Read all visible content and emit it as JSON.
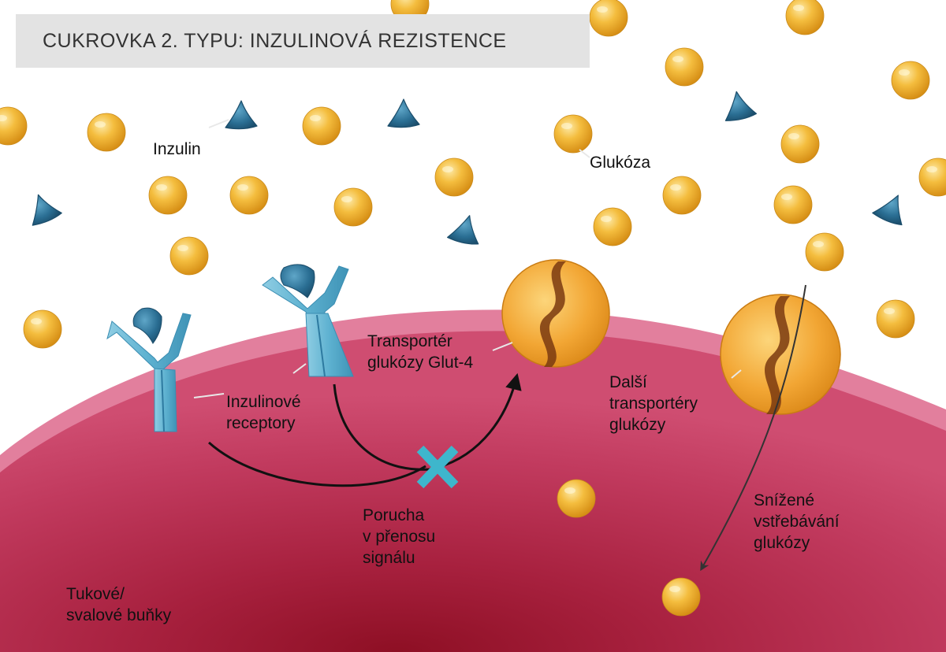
{
  "title": "CUKROVKA 2. TYPU: INZULINOVÁ REZISTENCE",
  "labels": {
    "insulin": "Inzulin",
    "glucose": "Glukóza",
    "glut4_transporter": "Transportér\nglukózy Glut-4",
    "insulin_receptors": "Inzulinové\nreceptory",
    "other_transporters": "Další\ntransportéry\nglukózy",
    "signal_defect": "Porucha\nv přenosu\nsignálu",
    "reduced_uptake": "Snížené\nvstřebávání\nglukózy",
    "cells": "Tukové/\nsvalové buňky"
  },
  "colors": {
    "glucose": "#f2b530",
    "insulin": "#2a6e93",
    "receptor": "#64b4d2",
    "cell_outer": "#e07b9a",
    "cell_inner": "#a51c3c",
    "transporter": "#f3a93a",
    "defect_mark": "#3eb6cc"
  }
}
